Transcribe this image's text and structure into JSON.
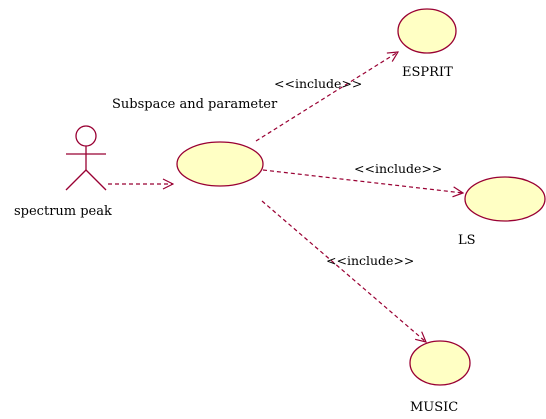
{
  "diagram": {
    "actor": {
      "name": "spectrum peak",
      "icon": "stick-figure-actor-icon"
    },
    "use_cases": {
      "main": {
        "name": "Subspace and parameter"
      },
      "esprit": {
        "name": "ESPRIT"
      },
      "ls": {
        "name": "LS"
      },
      "music": {
        "name": "MUSIC"
      }
    },
    "relations": {
      "include_esprit": "<<include>>",
      "include_ls": "<<include>>",
      "include_music": "<<include>>"
    }
  },
  "colors": {
    "use_case_fill": "#ffffc4",
    "line": "#990033",
    "text": "#000000",
    "background": "#ffffff"
  }
}
